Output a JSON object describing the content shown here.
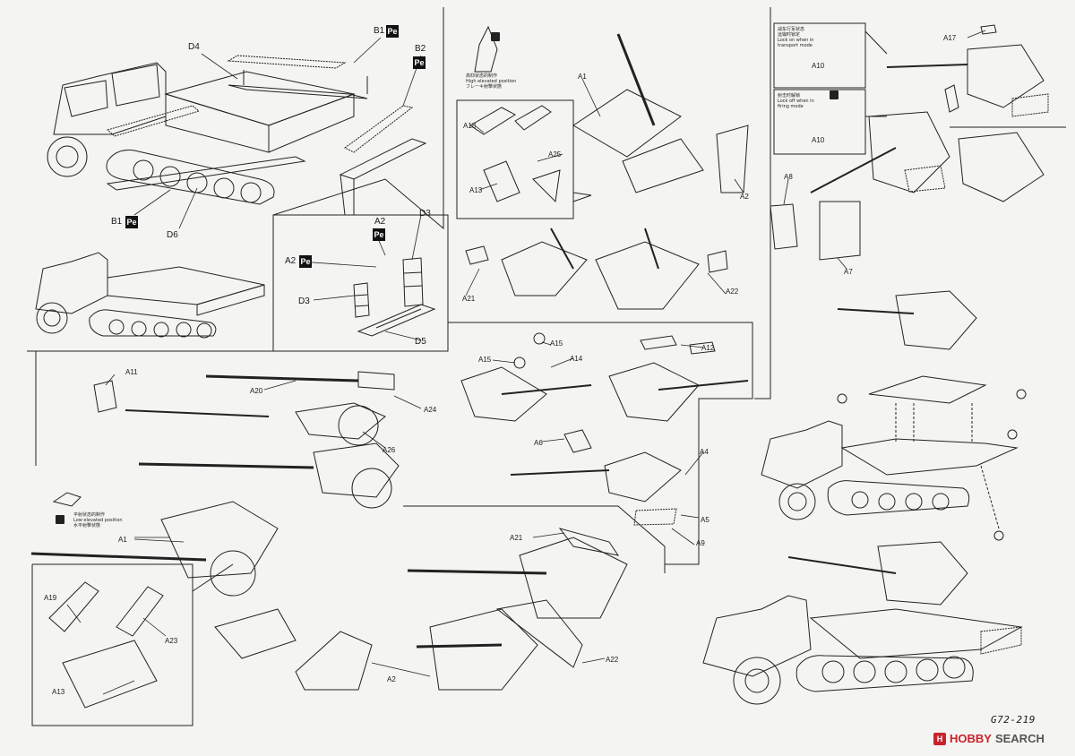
{
  "labels": {
    "D4": "D4",
    "D6": "D6",
    "D3": "D3",
    "D5": "D5",
    "B1": "B1",
    "B2": "B2",
    "A2": "A2",
    "A1": "A1",
    "A2b": "A2",
    "A4": "A4",
    "A5": "A5",
    "A6": "A6",
    "A7": "A7",
    "A8": "A8",
    "A9": "A9",
    "A10": "A10",
    "A11": "A11",
    "A12": "A12",
    "A13": "A13",
    "A14": "A14",
    "A15": "A15",
    "A17": "A17",
    "A18": "A18",
    "A19": "A19",
    "A20": "A20",
    "A21": "A21",
    "A22": "A22",
    "A23": "A23",
    "A24": "A24",
    "A25": "A25",
    "A26": "A26"
  },
  "pe_badge": "Pe",
  "notes": {
    "high_position": [
      "高仰状态的制作",
      "High elevated position",
      "フレーキ射撃状態"
    ],
    "low_position": [
      "平射状态的制作",
      "Low elevated position",
      "水平射撃状態"
    ],
    "transport_lock": [
      "战车行军状态",
      "运输时锁定",
      "Lock on when in",
      "transport mode"
    ],
    "firing_unlock": [
      "射击时解锁",
      "Lock off when in",
      "firing mode"
    ]
  },
  "code": "G72-219",
  "watermark": {
    "brand": "HOBBY",
    "suffix": "SEARCH"
  }
}
